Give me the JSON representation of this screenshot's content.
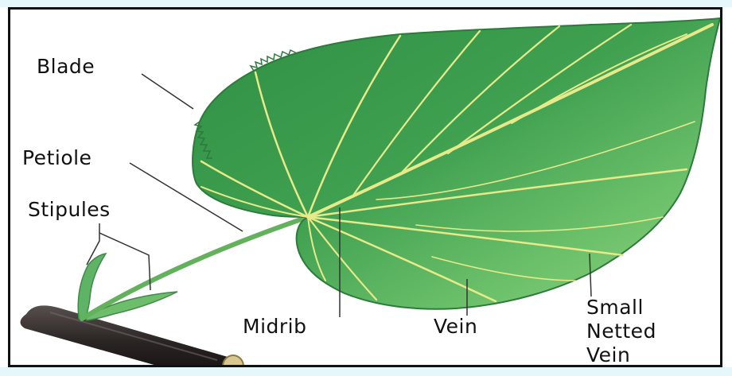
{
  "labels": {
    "blade": "Blade",
    "petiole": "Petiole",
    "stipules": "Stipules",
    "midrib": "Midrib",
    "vein": "Vein",
    "small_netted_vein": [
      "Small",
      "Netted",
      "Vein"
    ]
  },
  "colors": {
    "leaf_fill": "#4fae5a",
    "leaf_light": "#86cf74",
    "vein_color": "#e8ea8a",
    "twig": "#2b2524",
    "frame_border": "#111111",
    "background_tint": "#e6f7fb"
  }
}
